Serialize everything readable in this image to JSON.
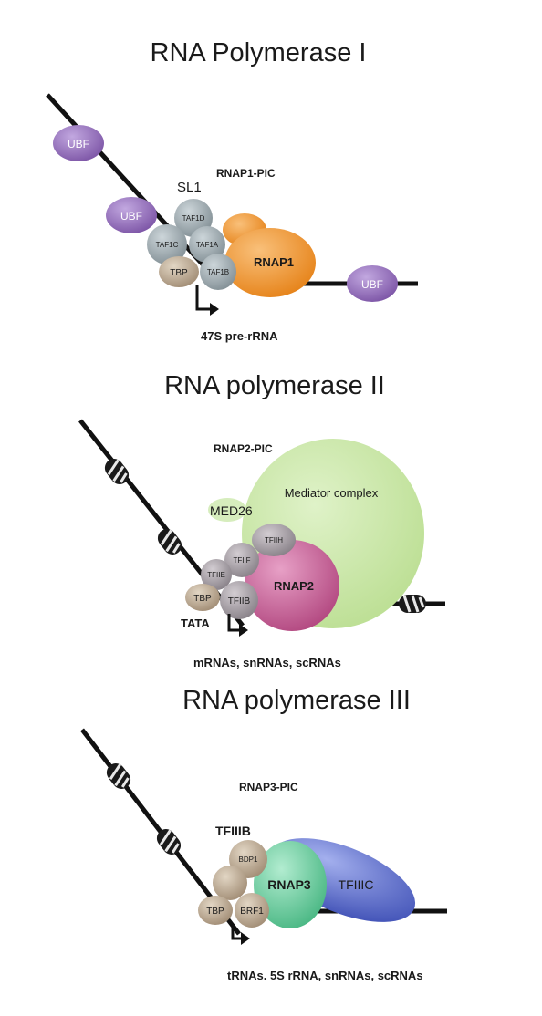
{
  "panels": {
    "pol1": {
      "title": "RNA Polymerase I",
      "complex": "RNAP1-PIC",
      "ubf": "UBF",
      "sl1": "SL1",
      "taf1d": "TAF1D",
      "taf1c": "TAF1C",
      "taf1a": "TAF1A",
      "taf1b": "TAF1B",
      "tbp": "TBP",
      "polymerase": "RNAP1",
      "product": "47S pre-rRNA"
    },
    "pol2": {
      "title": "RNA polymerase II",
      "complex": "RNAP2-PIC",
      "mediator": "Mediator complex",
      "med26": "MED26",
      "tfiih": "TFIIH",
      "tfiif": "TFIIF",
      "tfiie": "TFIIE",
      "tfiib": "TFIIB",
      "tbp": "TBP",
      "polymerase": "RNAP2",
      "tata": "TATA",
      "product": "mRNAs, snRNAs, scRNAs"
    },
    "pol3": {
      "title": "RNA polymerase III",
      "complex": "RNAP3-PIC",
      "tfiiib": "TFIIIB",
      "bdp1": "BDP1",
      "brf1": "BRF1",
      "tbp": "TBP",
      "polymerase": "RNAP3",
      "tfiiic": "TFIIIC",
      "product": "tRNAs. 5S rRNA, snRNAs, scRNAs"
    }
  },
  "colors": {
    "dna": "#111111",
    "ubf": "#8e68b4",
    "taf": "#9aa6ab",
    "tbp": "#b9a68f",
    "rnap1": "#f0901f",
    "mediator": "#c8e6a4",
    "rnap2": "#c85f95",
    "tfii": "#a19aa0",
    "rnap3": "#6fcf9d",
    "tfiiic": "#5566c4"
  }
}
